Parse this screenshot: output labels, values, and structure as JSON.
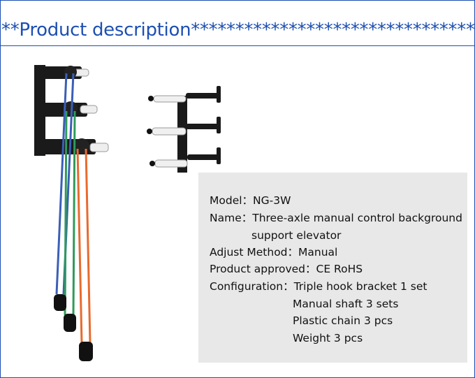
{
  "header": {
    "title": "**Product description",
    "stars": "*******************************************"
  },
  "specs": {
    "model": "Model：NG-3W",
    "name_line1": "Name：Three-axle manual control background",
    "name_line2": "support elevator",
    "adjust": "Adjust Method：Manual",
    "approved": "Product approved：CE RoHS",
    "config_line1": "Configuration：Triple hook bracket 1 set",
    "config_line2": "Manual shaft 3 sets",
    "config_line3": "Plastic chain 3 pcs",
    "config_line4": "Weight 3 pcs"
  },
  "colors": {
    "accent": "#1d4fb3",
    "chain_blue": "#3a5fb8",
    "chain_green": "#2f9a5a",
    "chain_orange": "#e86a2e",
    "bracket": "#1a1a1a",
    "spec_bg": "#e8e8e8"
  }
}
